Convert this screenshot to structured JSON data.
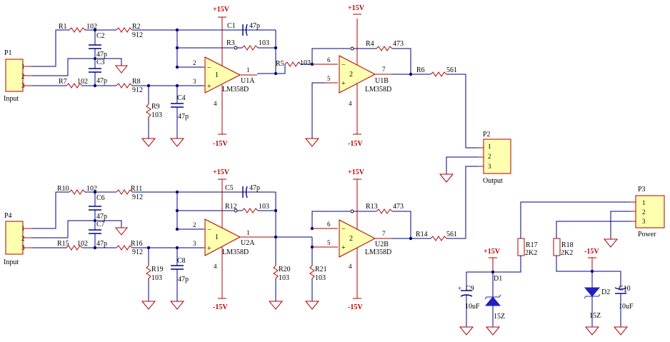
{
  "connectors": {
    "p1": {
      "ref": "P1",
      "name": "Input",
      "pins": [
        "1",
        "2",
        "3"
      ]
    },
    "p4": {
      "ref": "P4",
      "name": "Input",
      "pins": [
        "1",
        "2",
        "3"
      ]
    },
    "p2": {
      "ref": "P2",
      "name": "Output",
      "pins": [
        "1",
        "2",
        "3"
      ]
    },
    "p3": {
      "ref": "P3",
      "name": "Power",
      "pins": [
        "1",
        "2",
        "3"
      ]
    }
  },
  "resistors": {
    "r1": {
      "ref": "R1",
      "value": "102"
    },
    "r2": {
      "ref": "R2",
      "value": "912"
    },
    "r3": {
      "ref": "R3",
      "value": "103"
    },
    "r4": {
      "ref": "R4",
      "value": "473"
    },
    "r5": {
      "ref": "R5",
      "value": "103"
    },
    "r6": {
      "ref": "R6",
      "value": "561"
    },
    "r7": {
      "ref": "R7",
      "value": "102"
    },
    "r8": {
      "ref": "R8",
      "value": "912"
    },
    "r9": {
      "ref": "R9",
      "value": "103"
    },
    "r10": {
      "ref": "R10",
      "value": "102"
    },
    "r11": {
      "ref": "R11",
      "value": "912"
    },
    "r12": {
      "ref": "R12",
      "value": "103"
    },
    "r13": {
      "ref": "R13",
      "value": "473"
    },
    "r14": {
      "ref": "R14",
      "value": "561"
    },
    "r15": {
      "ref": "R15",
      "value": "102"
    },
    "r16": {
      "ref": "R16",
      "value": "912"
    },
    "r17": {
      "ref": "R17",
      "value": "2K2"
    },
    "r18": {
      "ref": "R18",
      "value": "2K2"
    },
    "r19": {
      "ref": "R19",
      "value": "103"
    },
    "r20": {
      "ref": "R20",
      "value": "103"
    },
    "r21": {
      "ref": "R21",
      "value": "103"
    }
  },
  "capacitors": {
    "c1": {
      "ref": "C1",
      "value": "47p"
    },
    "c2": {
      "ref": "C2",
      "value": "47p"
    },
    "c3": {
      "ref": "C3",
      "value": "47p"
    },
    "c4": {
      "ref": "C4",
      "value": "47p"
    },
    "c5": {
      "ref": "C5",
      "value": "47p"
    },
    "c6": {
      "ref": "C6",
      "value": "47p"
    },
    "c7": {
      "ref": "C7",
      "value": "47p"
    },
    "c8": {
      "ref": "C8",
      "value": "47p"
    },
    "c9": {
      "ref": "C9",
      "value": "10uF"
    },
    "c10": {
      "ref": "C10",
      "value": "10uF"
    }
  },
  "diodes": {
    "d1": {
      "ref": "D1",
      "value": "15Z"
    },
    "d2": {
      "ref": "D2",
      "value": "15Z"
    }
  },
  "opamps": {
    "u1a": {
      "ref": "U1A",
      "part": "LM358D",
      "num": "1",
      "in_minus": "2",
      "in_plus": "3",
      "out": "1",
      "vneg": "4"
    },
    "u1b": {
      "ref": "U1B",
      "part": "LM358D",
      "num": "2",
      "in_minus": "6",
      "in_plus": "5",
      "out": "7",
      "vneg": "4"
    },
    "u2a": {
      "ref": "U2A",
      "part": "LM358D",
      "num": "1",
      "in_minus": "2",
      "in_plus": "3",
      "out": "1",
      "vneg": "4"
    },
    "u2b": {
      "ref": "U2B",
      "part": "LM358D",
      "num": "2",
      "in_minus": "6",
      "in_plus": "5",
      "out": "7",
      "vneg": "4"
    }
  },
  "power": {
    "pos": "+15V",
    "neg": "-15V",
    "plus_sign": "+"
  },
  "colors": {
    "wire": "#000080",
    "component": "#b00000",
    "fill": "#ffffb0",
    "power_label": "#c00000"
  }
}
